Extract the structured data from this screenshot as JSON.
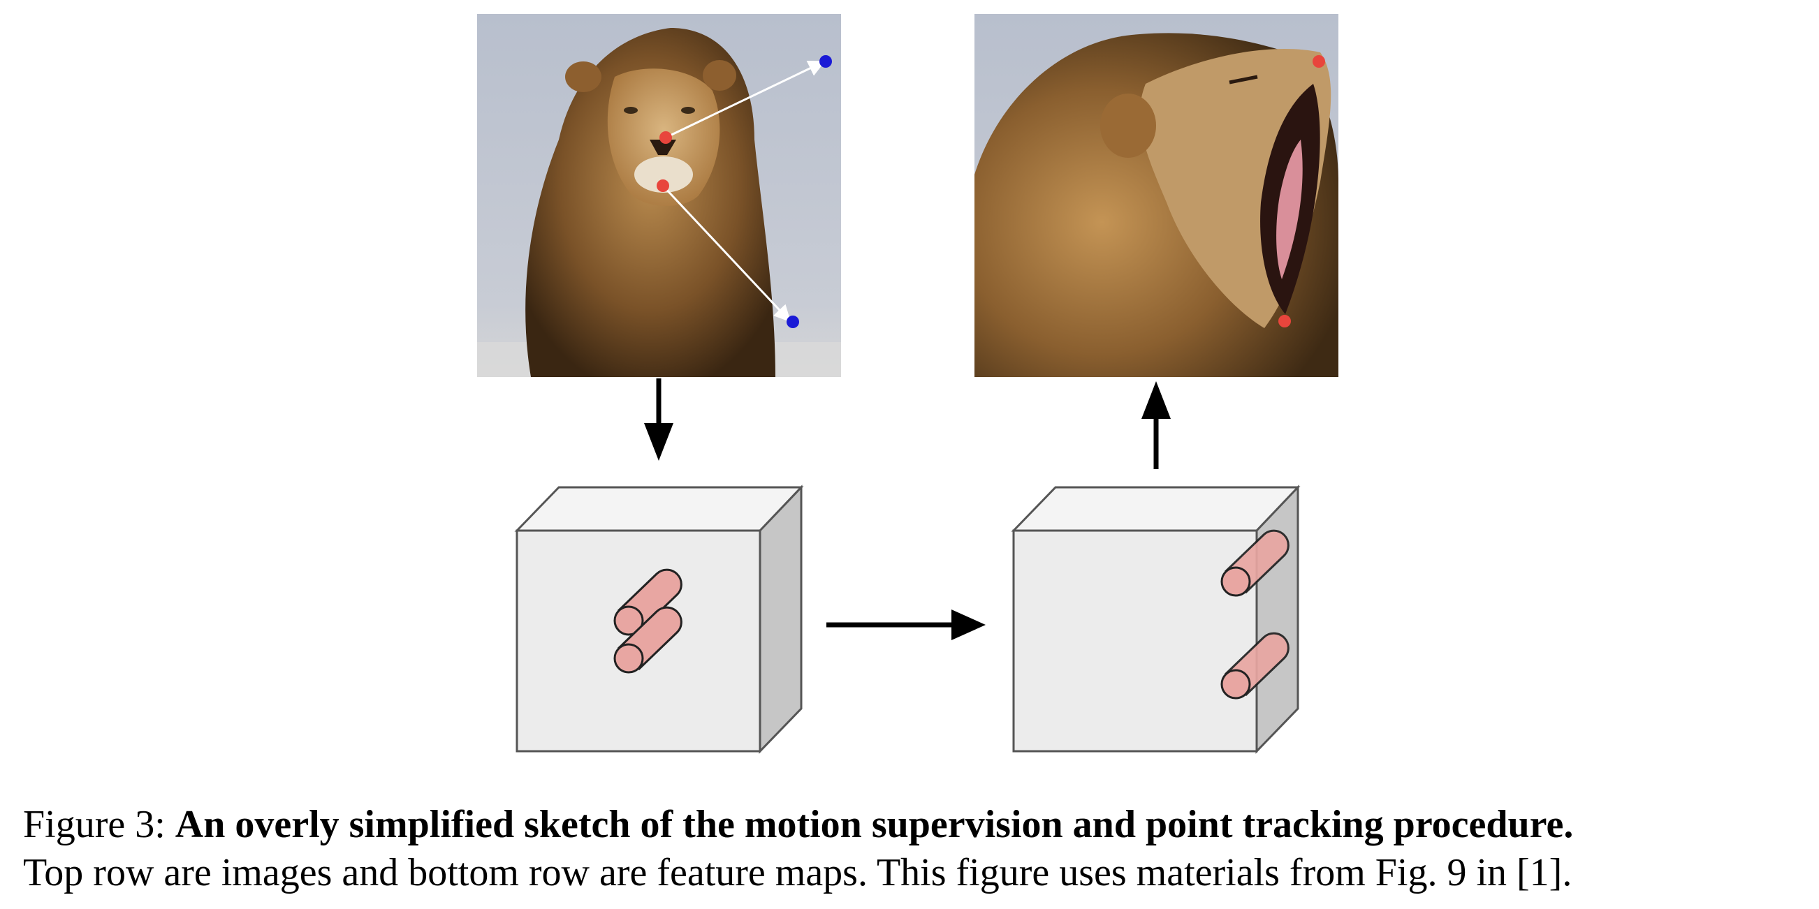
{
  "figure": {
    "top_row": {
      "input_image": {
        "subject": "lion-facing-forward",
        "handle_points": 2,
        "target_points": 2
      },
      "output_image": {
        "subject": "lion-roaring-mouth-open",
        "tracked_points": 2
      }
    },
    "bottom_row": {
      "input_feature_map": {
        "patches": 2
      },
      "output_feature_map": {
        "patches": 2
      }
    },
    "colors": {
      "handle_point": "#e8453c",
      "target_point": "#1a1ad6",
      "patch_fill": "#e8a6a2",
      "box_front": "#ececec",
      "box_top": "#f4f4f4",
      "box_side": "#c6c6c6",
      "arrow": "#000000"
    }
  },
  "caption": {
    "label": "Figure 3: ",
    "title": "An overly simplified sketch of the motion supervision and point tracking procedure.",
    "body": "Top row are images and bottom row are feature maps. This figure uses materials from Fig. 9 in [1]."
  }
}
